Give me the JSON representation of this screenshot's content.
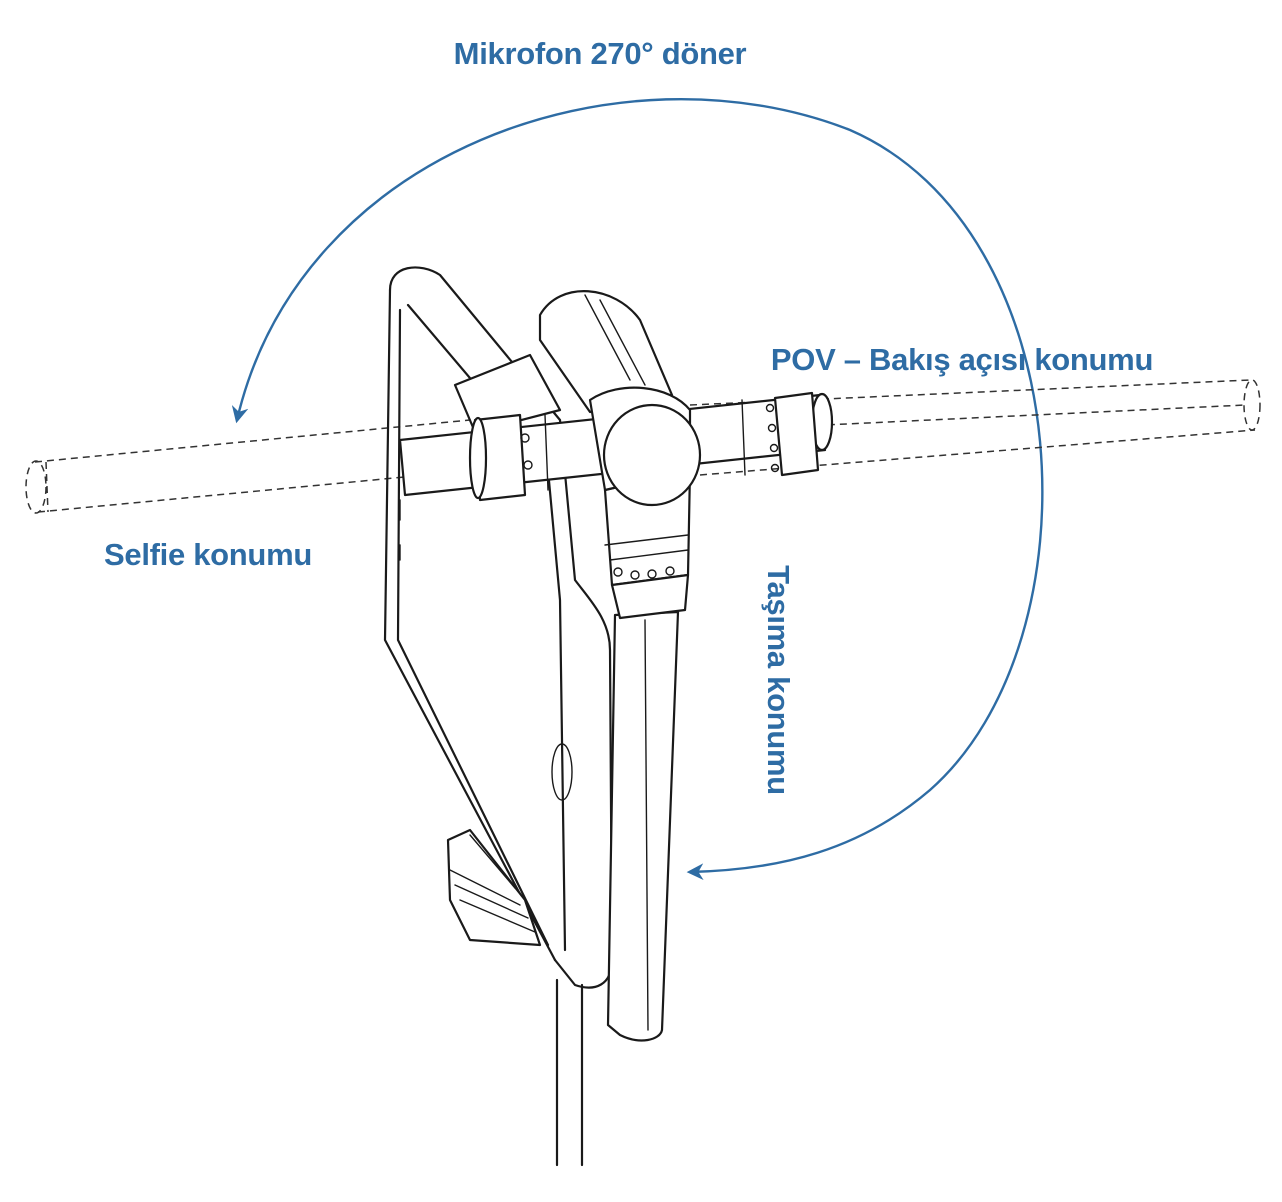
{
  "labels": {
    "rotation": "Mikrofon 270° döner",
    "pov": "POV – Bakış açısı konumu",
    "selfie": "Selfie konumu",
    "carry": "Taşıma konumu"
  },
  "colors": {
    "accent": "#2e6ca4",
    "line": "#1a1a1a",
    "background": "#ffffff"
  },
  "rotation_degrees": 270
}
